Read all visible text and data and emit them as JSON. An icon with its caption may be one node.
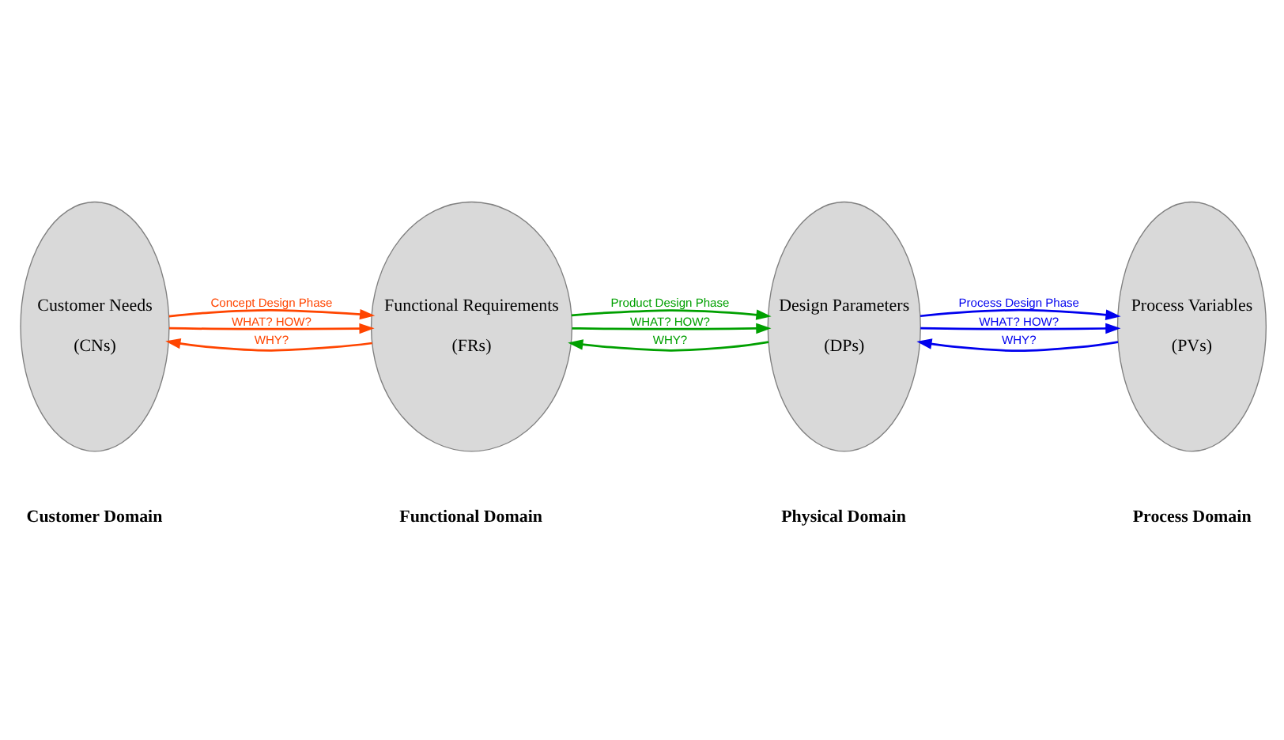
{
  "diagram": {
    "nodes": [
      {
        "text": [
          "Customer Needs",
          "(CNs)"
        ],
        "beside": [
          "Customer Domain"
        ]
      },
      {
        "text": [
          "Functional Requirements",
          "(FRs)"
        ],
        "beside": [
          "Functional Domain"
        ]
      },
      {
        "text": [
          "Design Parameters",
          "(DPs)"
        ],
        "beside": [
          "Physical Domain"
        ]
      },
      {
        "text": [
          "Process Variables",
          "(PVs)"
        ],
        "beside": [
          "Process Domain"
        ]
      }
    ],
    "edges": [
      {
        "from": 0,
        "to": 1,
        "arrow": "to",
        "label": "Concept Design Phase",
        "color": "#ff4500"
      },
      {
        "from": 0,
        "to": 1,
        "arrow": "to",
        "label": "WHAT? HOW?",
        "color": "#ff4500"
      },
      {
        "from": 1,
        "to": 0,
        "arrow": "to",
        "label": "WHY?",
        "color": "#ff4500"
      },
      {
        "from": 1,
        "to": 2,
        "arrow": "to",
        "label": "Product Design Phase",
        "color": "#00a000"
      },
      {
        "from": 1,
        "to": 2,
        "arrow": "to",
        "label": "WHAT? HOW?",
        "color": "#00a000"
      },
      {
        "from": 2,
        "to": 1,
        "arrow": "to",
        "label": "WHY?",
        "color": "#00a000"
      },
      {
        "from": 2,
        "to": 3,
        "arrow": "to",
        "label": "Process Design Phase",
        "color": "#0000ee"
      },
      {
        "from": 2,
        "to": 3,
        "arrow": "to",
        "label": "WHAT? HOW?",
        "color": "#0000ee"
      },
      {
        "from": 3,
        "to": 2,
        "arrow": "to",
        "label": "WHY?",
        "color": "#0000ee"
      }
    ]
  }
}
